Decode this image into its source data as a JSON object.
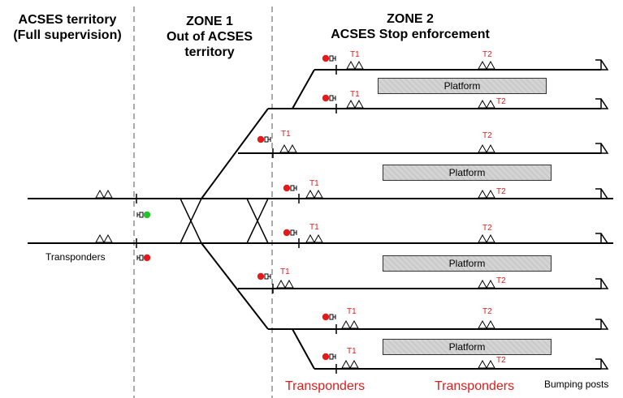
{
  "titles": {
    "acses_territory_line1": "ACSES territory",
    "acses_territory_line2": "(Full supervision)",
    "zone1_line1": "ZONE 1",
    "zone1_line2": "Out of ACSES",
    "zone1_line3": "territory",
    "zone2_line1": "ZONE 2",
    "zone2_line2": "ACSES Stop enforcement"
  },
  "labels": {
    "transponders_black": "Transponders",
    "transponders_red_1": "Transponders",
    "transponders_red_2": "Transponders",
    "bumping_posts": "Bumping posts",
    "t1": "T1",
    "t2": "T2",
    "platform": "Platform"
  },
  "colors": {
    "signal_red": "#e21b1b",
    "signal_green": "#22c32b",
    "label_red": "#e21b1b",
    "track": "#000000",
    "platform_fill": "#d4d4d4"
  },
  "icons": [
    "signal-icon",
    "transponder-icon",
    "bumping-post-icon"
  ]
}
